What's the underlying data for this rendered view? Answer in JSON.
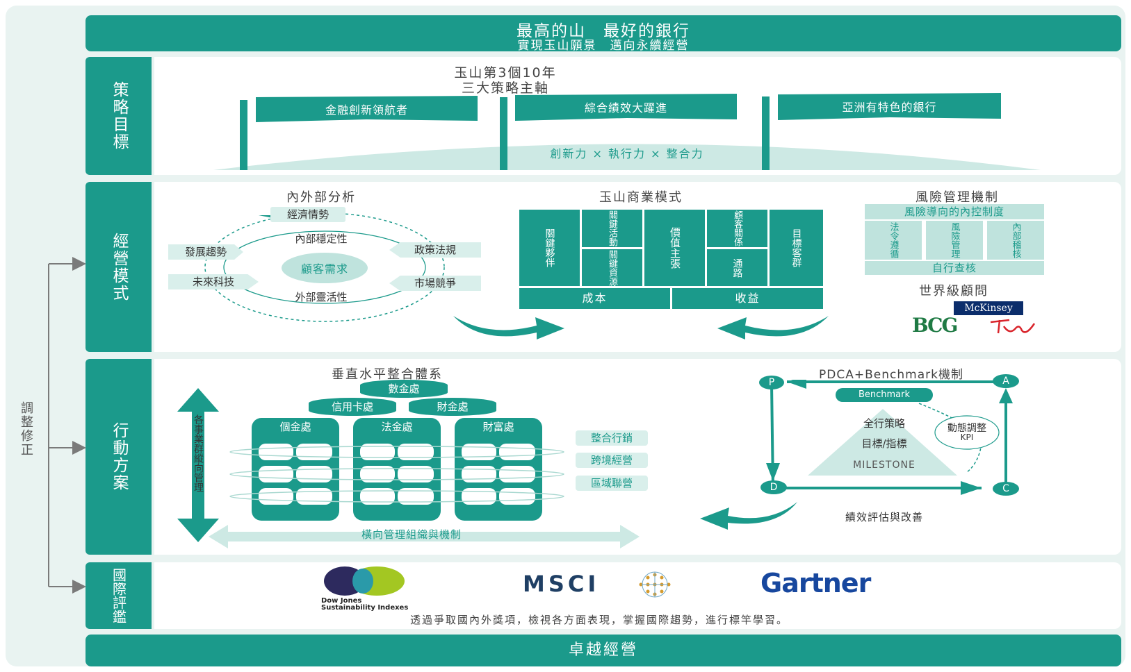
{
  "top_banner": {
    "line1": "最高的山　最好的銀行",
    "line2": "實現玉山願景　邁向永續經營"
  },
  "side_labels": {
    "strategy": "策略目標",
    "business": "經營模式",
    "action": "行動方案",
    "intl": "國際評鑑",
    "adjust": "調整修正"
  },
  "strategy": {
    "title_line1": "玉山第3個10年",
    "title_line2": "三大策略主軸",
    "flags": [
      "金融創新領航者",
      "綜合績效大躍進",
      "亞洲有特色的銀行"
    ],
    "formula": "創新力 × 執行力 × 整合力"
  },
  "analysis": {
    "title": "內外部分析",
    "top": "經濟情勢",
    "inner": "內部穩定性",
    "center": "顧客需求",
    "outer": "外部靈活性",
    "left_top": "發展趨勢",
    "left_bottom": "未來科技",
    "right_top": "政策法規",
    "right_bottom": "市場競爭"
  },
  "business_model": {
    "title": "玉山商業模式",
    "partners": "關鍵夥伴",
    "activities": "關鍵活動",
    "resources": "關鍵資源",
    "value": "價值主張",
    "relations": "顧客關係",
    "channels": "通路",
    "segments": "目標客群",
    "cost": "成本",
    "revenue": "收益"
  },
  "risk": {
    "title": "風險管理機制",
    "header": "風險導向的內控制度",
    "cols": [
      "法令遵循",
      "風險管理",
      "內部稽核"
    ],
    "footer": "自行查核",
    "consultant_title": "世界級顧問",
    "logos": [
      "McKinsey",
      "BCG"
    ]
  },
  "integration": {
    "title": "垂直水平整合體系",
    "vertical_label": "各事業群縱向管理",
    "top": "數金處",
    "second": [
      "信用卡處",
      "財金處"
    ],
    "cylinders": [
      "個金處",
      "法金處",
      "財富處"
    ],
    "side_tags": [
      "整合行銷",
      "跨境經營",
      "區域聯營"
    ],
    "horizontal_label": "橫向管理組織與機制"
  },
  "pdca": {
    "title": "PDCA+Benchmark機制",
    "corners": [
      "P",
      "A",
      "D",
      "C"
    ],
    "benchmark": "Benchmark",
    "pyramid": [
      "全行策略",
      "目標/指標",
      "MILESTONE"
    ],
    "kpi_line1": "動態調整",
    "kpi_line2": "KPI",
    "eval": "績效評估與改善"
  },
  "ratings": {
    "djsi_line1": "Dow Jones",
    "djsi_line2": "Sustainability Indexes",
    "msci": "MSCI",
    "gartner": "Gartner",
    "caption": "透過爭取國內外獎項，檢視各方面表現，掌握國際趨勢，進行標竿學習。"
  },
  "bottom_banner": "卓越經營",
  "colors": {
    "teal": "#1b9a8b",
    "light_teal": "#bfe3dd",
    "pale_teal": "#d9efeb",
    "bg": "#e9f3f1",
    "text": "#333333"
  }
}
